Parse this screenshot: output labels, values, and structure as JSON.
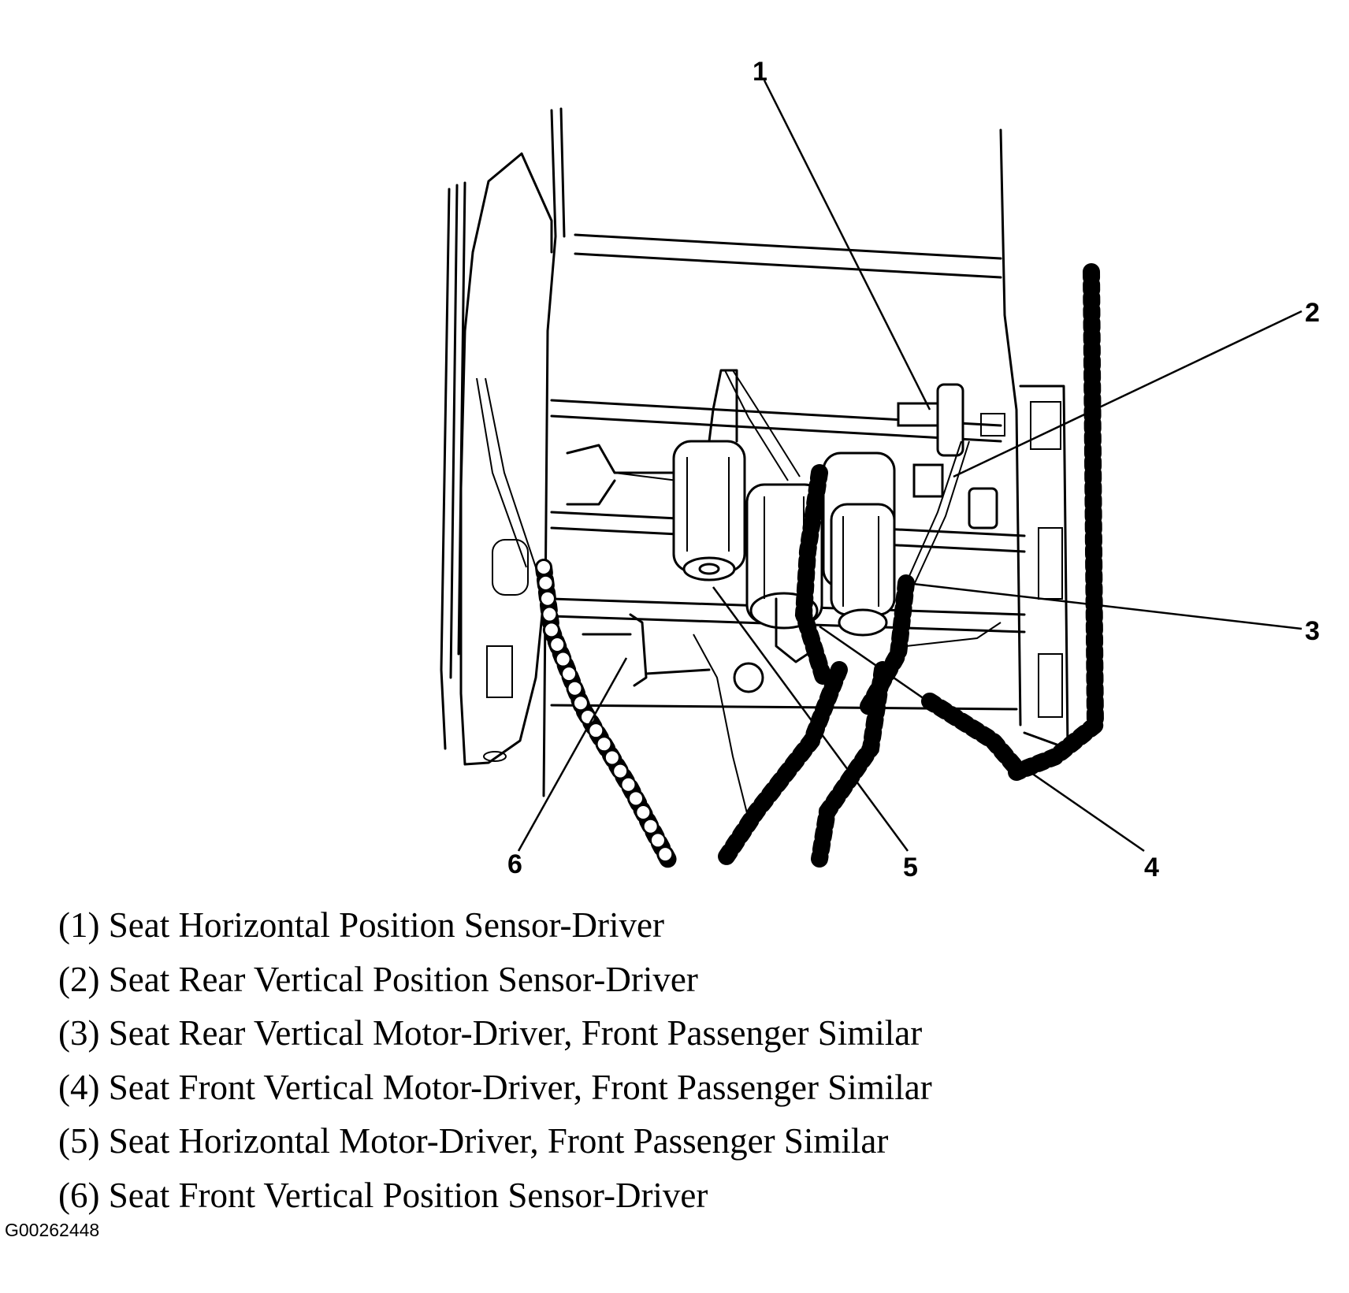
{
  "callouts": [
    {
      "num": "1",
      "label": "Seat Horizontal Position Sensor-Driver"
    },
    {
      "num": "2",
      "label": "Seat Rear Vertical Position Sensor-Driver"
    },
    {
      "num": "3",
      "label": "Seat Rear Vertical Motor-Driver, Front Passenger Similar"
    },
    {
      "num": "4",
      "label": "Seat Front Vertical Motor-Driver, Front Passenger Similar"
    },
    {
      "num": "5",
      "label": "Seat Horizontal Motor-Driver, Front Passenger Similar"
    },
    {
      "num": "6",
      "label": "Seat Front Vertical Position Sensor-Driver"
    }
  ],
  "legend": [
    "(1) Seat Horizontal Position Sensor-Driver",
    "(2) Seat Rear Vertical Position Sensor-Driver",
    "(3) Seat Rear Vertical Motor-Driver, Front Passenger Similar",
    "(4) Seat Front Vertical Motor-Driver, Front Passenger Similar",
    "(5) Seat Horizontal Motor-Driver, Front Passenger Similar",
    "(6) Seat Front Vertical Position Sensor-Driver"
  ],
  "figure_id": "G00262448"
}
